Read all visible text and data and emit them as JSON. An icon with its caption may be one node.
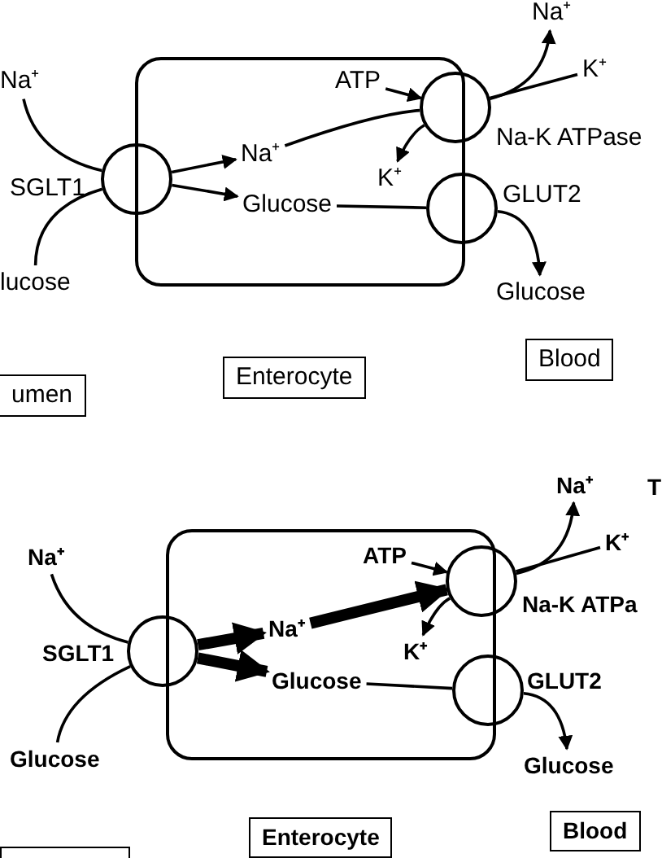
{
  "diagram": {
    "nodes": [
      {
        "text": [],
        "shape": "box"
      },
      {
        "text": [
          "Na⁺"
        ]
      },
      {
        "text": [
          "SGLT1"
        ]
      },
      {
        "text": [
          "lucose"
        ]
      },
      {
        "text": [
          "Na⁺"
        ],
        "in": 0
      },
      {
        "text": [
          "Glucose"
        ],
        "in": 0
      },
      {
        "text": [
          "ATP"
        ],
        "in": 0
      },
      {
        "text": [
          "Na-K ATPase"
        ]
      },
      {
        "text": [
          "K⁺"
        ],
        "in": 0
      },
      {
        "text": [
          "Na⁺"
        ]
      },
      {
        "text": [
          "K⁺"
        ]
      },
      {
        "text": [
          "GLUT2"
        ]
      },
      {
        "text": [
          "Glucose"
        ]
      },
      {
        "text": [
          "umen"
        ]
      },
      {
        "text": [
          "Enterocyte"
        ]
      },
      {
        "text": [
          "Blood"
        ]
      },
      {
        "text": [],
        "shape": "box"
      },
      {
        "text": [
          "Na⁺"
        ]
      },
      {
        "text": [
          "SGLT1"
        ]
      },
      {
        "text": [
          "Glucose"
        ]
      },
      {
        "text": [
          "Na⁺"
        ],
        "in": 16
      },
      {
        "text": [
          "Glucose"
        ],
        "in": 16
      },
      {
        "text": [
          "ATP"
        ],
        "in": 16
      },
      {
        "text": [
          "Na-K ATPa"
        ]
      },
      {
        "text": [
          "K⁺"
        ],
        "in": 16
      },
      {
        "text": [
          "Na⁺"
        ]
      },
      {
        "text": [
          "K⁺"
        ]
      },
      {
        "text": [
          "GLUT2"
        ]
      },
      {
        "text": [
          "Glucose"
        ]
      },
      {
        "text": [],
        "shape": "box"
      },
      {
        "text": [
          "Enterocyte"
        ]
      },
      {
        "text": [
          "Blood"
        ]
      }
    ],
    "edges": [
      {
        "from": 1,
        "to": 2,
        "arrow": "none"
      },
      {
        "from": 2,
        "to": 4,
        "arrow": "to"
      },
      {
        "from": 3,
        "to": 2,
        "arrow": "none"
      },
      {
        "from": 2,
        "to": 5,
        "arrow": "to"
      },
      {
        "from": 4,
        "to": 7,
        "arrow": "none"
      },
      {
        "from": 7,
        "to": 9,
        "arrow": "to"
      },
      {
        "from": 10,
        "to": 7,
        "arrow": "none"
      },
      {
        "from": 7,
        "to": 8,
        "arrow": "to"
      },
      {
        "from": 6,
        "to": 7,
        "arrow": "to"
      },
      {
        "from": 5,
        "to": 11,
        "arrow": "none"
      },
      {
        "from": 11,
        "to": 12,
        "arrow": "to"
      },
      {
        "from": 17,
        "to": 18,
        "arrow": "none"
      },
      {
        "from": 18,
        "to": 20,
        "arrow": "to",
        "style": "thick"
      },
      {
        "from": 19,
        "to": 18,
        "arrow": "none"
      },
      {
        "from": 18,
        "to": 21,
        "arrow": "to",
        "style": "thick"
      },
      {
        "from": 20,
        "to": 23,
        "arrow": "to",
        "style": "thick"
      },
      {
        "from": 23,
        "to": 25,
        "arrow": "to"
      },
      {
        "from": 26,
        "to": 23,
        "arrow": "none"
      },
      {
        "from": 23,
        "to": 24,
        "arrow": "to"
      },
      {
        "from": 22,
        "to": 23,
        "arrow": "to"
      },
      {
        "from": 21,
        "to": 27,
        "arrow": "none"
      },
      {
        "from": 27,
        "to": 28,
        "arrow": "to"
      }
    ],
    "labels": [
      "T"
    ]
  }
}
